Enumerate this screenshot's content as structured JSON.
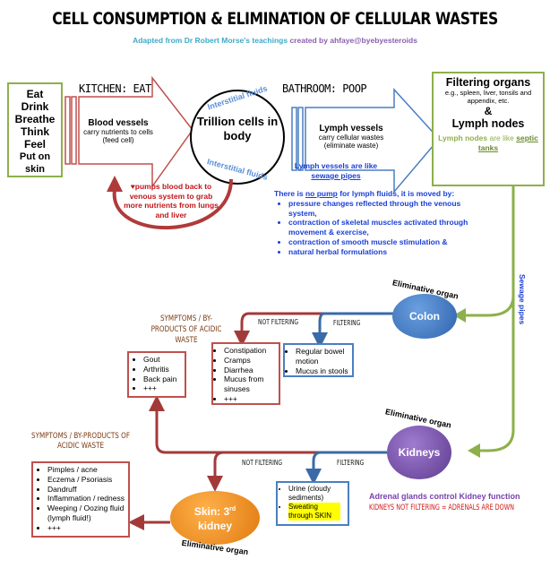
{
  "title": "CELL CONSUMPTION & ELIMINATION OF CELLULAR WASTES",
  "subtitle": {
    "adapted": "Adapted from Dr Robert Morse's teachings",
    "created": "created by ahfaye@byebyesteroids"
  },
  "inputs": [
    "Eat",
    "Drink",
    "Breathe",
    "Think",
    "Feel",
    "Put on skin"
  ],
  "kitchen": {
    "label": "KITCHEN: EAT",
    "heading": "Blood vessels",
    "text": "carry nutrients to cells (feed cell)"
  },
  "cells": {
    "ring_top": "Interstitial fluids",
    "ring_bottom": "Interstitial fluids",
    "center": "Trillion cells in body"
  },
  "bathroom": {
    "label": "BATHROOM: POOP",
    "heading": "Lymph vessels",
    "text": "carry cellular wastes (eliminate waste)"
  },
  "filtering": {
    "heading": "Filtering organs",
    "examples": "e.g., spleen, liver, tonsils and appendix, etc.",
    "amp": "&",
    "heading2": "Lymph nodes",
    "note_a": "Lymph nodes",
    "note_b": " are like ",
    "note_c": "septic tanks"
  },
  "pump_note": "pumps blood back to venous system to grab more nutrients from lungs and liver",
  "lymph_note": {
    "a": "Lymph vessels",
    "b": " are like ",
    "c": "sewage pipes"
  },
  "no_pump": {
    "a": "There is ",
    "b": "no pump",
    "c": " for lymph fluids, it is moved by:",
    "items": [
      "pressure changes reflected through the venous system,",
      "contraction of skeletal muscles activated through movement & exercise,",
      "contraction of smooth muscle stimulation &",
      "natural herbal formulations"
    ]
  },
  "sewage_label": "Sewage pipes",
  "eliminative_label": "Eliminative organ",
  "colon": {
    "label": "Colon",
    "not_filtering": "NOT FILTERING",
    "filtering": "FILTERING",
    "not_items": [
      "Constipation",
      "Cramps",
      "Diarrhea",
      "Mucus from sinuses",
      "+++"
    ],
    "ok_items": [
      "Regular bowel motion",
      "Mucus in stools"
    ]
  },
  "symptoms_title": "SYMPTOMS / BY-PRODUCTS OF ACIDIC WASTE",
  "gout_items": [
    "Gout",
    "Arthritis",
    "Back pain",
    "+++"
  ],
  "kidneys": {
    "label": "Kidneys",
    "not_filtering": "NOT FILTERING",
    "filtering": "FILTERING",
    "ok_items": [
      "Urine (cloudy sediments)",
      "Sweating through SKIN"
    ]
  },
  "skin": {
    "label_a": "Skin: 3",
    "label_sup": "rd",
    "label_b": "kidney",
    "items": [
      "Pimples / acne",
      "Eczema / Psoriasis",
      "Dandruff",
      "Inflammation / redness",
      "Weeping / Oozing fluid (lymph fluid!)",
      "+++"
    ]
  },
  "adrenal": {
    "line1": "Adrenal glands control Kidney function",
    "line2": "KIDNEYS NOT FILTERING = ADRENALS ARE DOWN"
  },
  "colors": {
    "red": "#b23a3a",
    "blue": "#4a7fc1",
    "green": "#8db04a",
    "purple": "#7b4fa8",
    "orange": "#f0901e",
    "text_blue": "#1a3fd6"
  }
}
